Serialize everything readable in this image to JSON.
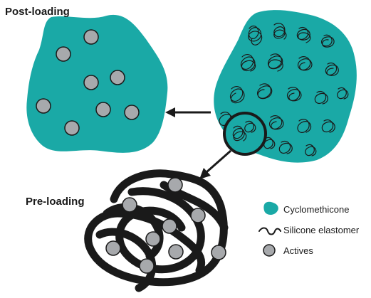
{
  "labels": {
    "post_loading": "Post-loading",
    "pre_loading": "Pre-loading"
  },
  "legend": {
    "items": [
      {
        "label": "Cyclomethicone",
        "icon": "teal-blob-icon"
      },
      {
        "label": "Silicone elastomer",
        "icon": "squiggle-icon"
      },
      {
        "label": "Actives",
        "icon": "grey-circle-icon"
      }
    ]
  },
  "colors": {
    "teal": "#1aa9a6",
    "active_fill": "#a7a9ac",
    "ink": "#1a1a1a"
  }
}
